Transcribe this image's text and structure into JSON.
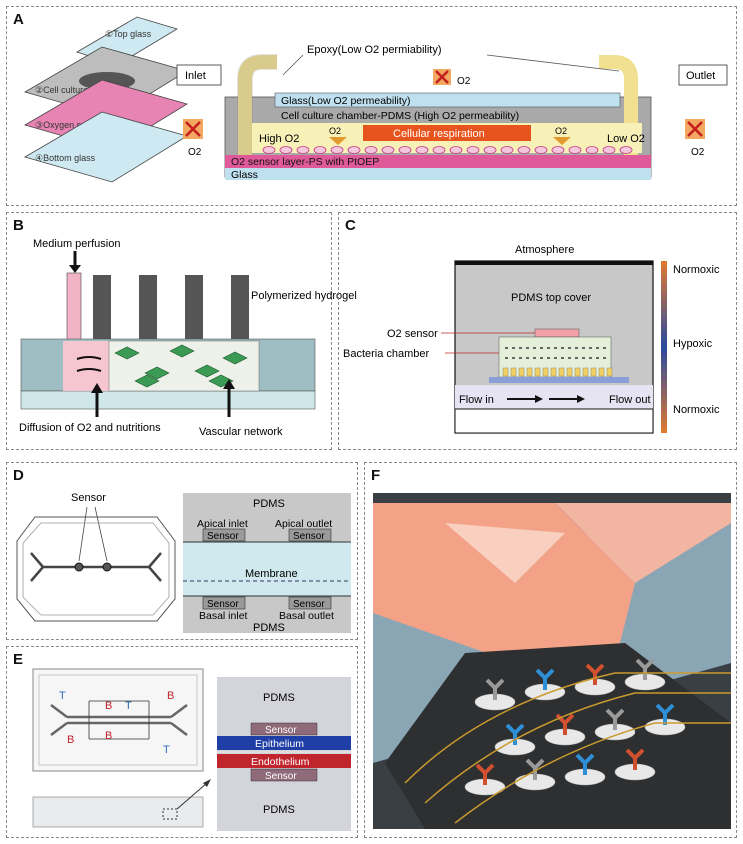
{
  "panels": {
    "A": {
      "label": "A",
      "layers": [
        "①Top glass",
        "②Cell culture chamber",
        "③Oxygen sensor layer",
        "④Bottom glass"
      ],
      "inlet": "Inlet",
      "outlet": "Outlet",
      "epoxy": "Epoxy(Low O2 permiability)",
      "glass_top": "Glass(Low O2 permeability)",
      "chamber": "Cell culture chamber-PDMS (High O2 permeability)",
      "high_o2": "High O2",
      "low_o2": "Low O2",
      "respiration": "Cellular respiration",
      "sensor_layer": "O2 sensor layer-PS with PtOEP",
      "glass_bottom": "Glass",
      "o2": "O2"
    },
    "B": {
      "label": "B",
      "medium": "Medium perfusion",
      "hydrogel": "Polymerized hydrogel",
      "diffusion": "Diffusion of O2 and nutritions",
      "vascular": "Vascular network"
    },
    "C": {
      "label": "C",
      "atmosphere": "Atmosphere",
      "top_cover": "PDMS top cover",
      "o2_sensor": "O2 sensor",
      "bacteria": "Bacteria chamber",
      "flow_in": "Flow in",
      "flow_out": "Flow out",
      "scale": [
        "Normoxic",
        "Hypoxic",
        "Normoxic"
      ]
    },
    "D": {
      "label": "D",
      "sensor": "Sensor",
      "pdms_top": "PDMS",
      "apical_inlet": "Apical inlet",
      "apical_outlet": "Apical outlet",
      "sensor_box": "Sensor",
      "membrane": "Membrane",
      "basal_inlet": "Basal inlet",
      "basal_outlet": "Basal outlet",
      "pdms_bottom": "PDMS"
    },
    "E": {
      "label": "E",
      "t": "T",
      "b": "B",
      "pdms_top": "PDMS",
      "sensor": "Sensor",
      "epithelium": "Epithelium",
      "endothelium": "Endothelium",
      "pdms_bottom": "PDMS"
    },
    "F": {
      "label": "F"
    }
  },
  "colors": {
    "pink": "#e05a9a",
    "glass": "#bfe0ee",
    "pdms": "#b9b9b9",
    "epithelium": "#1f3fa6",
    "endothelium": "#c0242c",
    "respiration": "#e8541e"
  }
}
